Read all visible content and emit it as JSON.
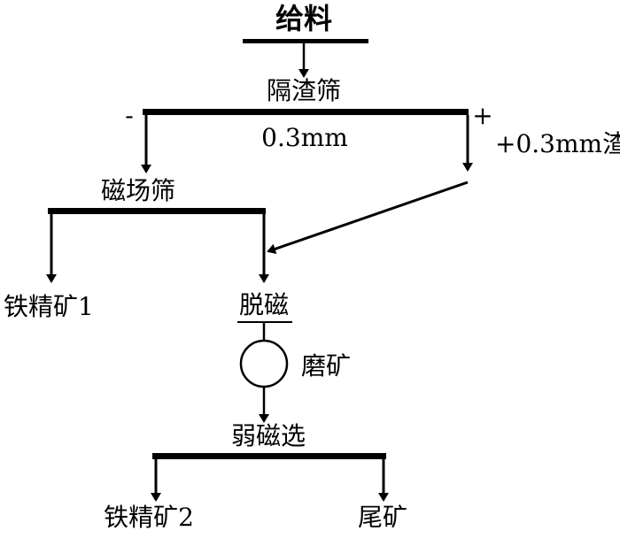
{
  "diagram": {
    "feed": "给料",
    "isolation_screen": "隔渣筛",
    "minus_sign": "-",
    "plus_sign": "+",
    "screen_size": "0.3mm",
    "oversize_residue": "+0.3mm渣",
    "magnetic_screen": "磁场筛",
    "iron_concentrate_1": "铁精矿1",
    "demagnetize": "脱磁",
    "grinding": "磨矿",
    "weak_magnetic_separation": "弱磁选",
    "iron_concentrate_2": "铁精矿2",
    "tailings": "尾矿"
  }
}
